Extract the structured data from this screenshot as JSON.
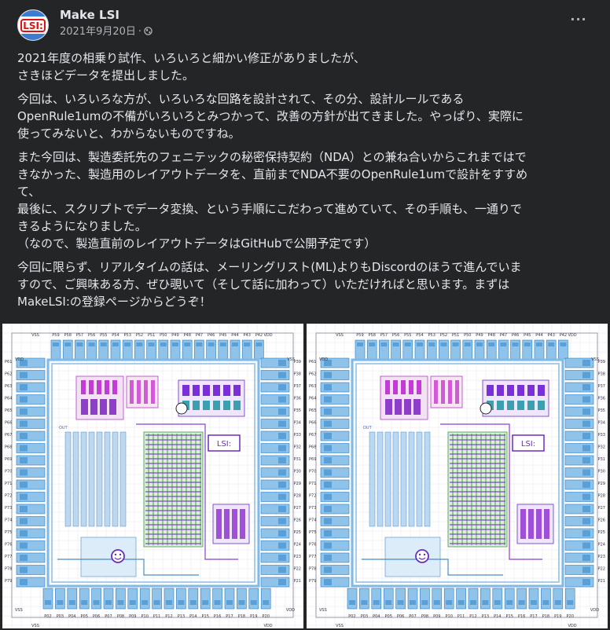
{
  "post": {
    "author": "Make LSI",
    "date": "2021年9月20日",
    "separator": "·",
    "privacy_icon": "globe-icon",
    "more_icon": "more-options-icon",
    "avatar_logo_text": "LSI:",
    "paragraphs": [
      "2021年度の相乗り試作、いろいろと細かい修正がありましたが、\nさきほどデータを提出しました。",
      "今回は、いろいろな方が、いろいろな回路を設計されて、その分、設計ルールである\nOpenRule1umの不備がいろいろとみつかって、改善の方針が出てきました。やっぱり、実際に\n使ってみないと、わからないものですね。",
      "また今回は、製造委託先のフェニテックの秘密保持契約（NDA）との兼ね合いからこれまではで\nきなかった、製造用のレイアウトデータを、直前までNDA不要のOpenRule1umで設計をすすめ\nて、\n最後に、スクリプトでデータ変換、という手順にこだわって進めていて、その手順も、一通りで\nきるようになりました。\n（なので、製造直前のレイアウトデータはGitHubで公開予定です）",
      "今回に限らず、リアルタイムの話は、メーリングリスト(ML)よりもDiscordのほうで進んでいま\nすので、ご興味ある方、ぜひ覗いて（そして話に加わって）いただければと思います。まずは\nMakeLSI:の登録ページからどうぞ！"
    ]
  },
  "layout_images": {
    "top_pads": [
      "P59",
      "P58",
      "P57",
      "P56",
      "P55",
      "P54",
      "P53",
      "P52",
      "P51",
      "P50",
      "P49",
      "P48",
      "P47",
      "P46",
      "P45",
      "P44",
      "P43",
      "P42"
    ],
    "bottom_pads": [
      "P02",
      "P03",
      "P04",
      "P05",
      "P06",
      "P07",
      "P08",
      "P09",
      "P10",
      "P11",
      "P12",
      "P13",
      "P14",
      "P15",
      "P16",
      "P17",
      "P18",
      "P19",
      "P20"
    ],
    "left_pads": [
      "P61",
      "P62",
      "P63",
      "P64",
      "P65",
      "P66",
      "P67",
      "P68",
      "P69",
      "P70",
      "P71",
      "P72",
      "P73",
      "P74",
      "P75",
      "P76",
      "P77",
      "P78",
      "P79"
    ],
    "right_pads": [
      "P39",
      "P38",
      "P37",
      "P36",
      "P35",
      "P34",
      "P33",
      "P32",
      "P31",
      "P30",
      "P29",
      "P28",
      "P27",
      "P26",
      "P25",
      "P24",
      "P23",
      "P22",
      "P21"
    ],
    "vss_label": "VSS",
    "vdd_label": "VDD",
    "chip_logo": "LSI:",
    "out_label": "OUT"
  }
}
